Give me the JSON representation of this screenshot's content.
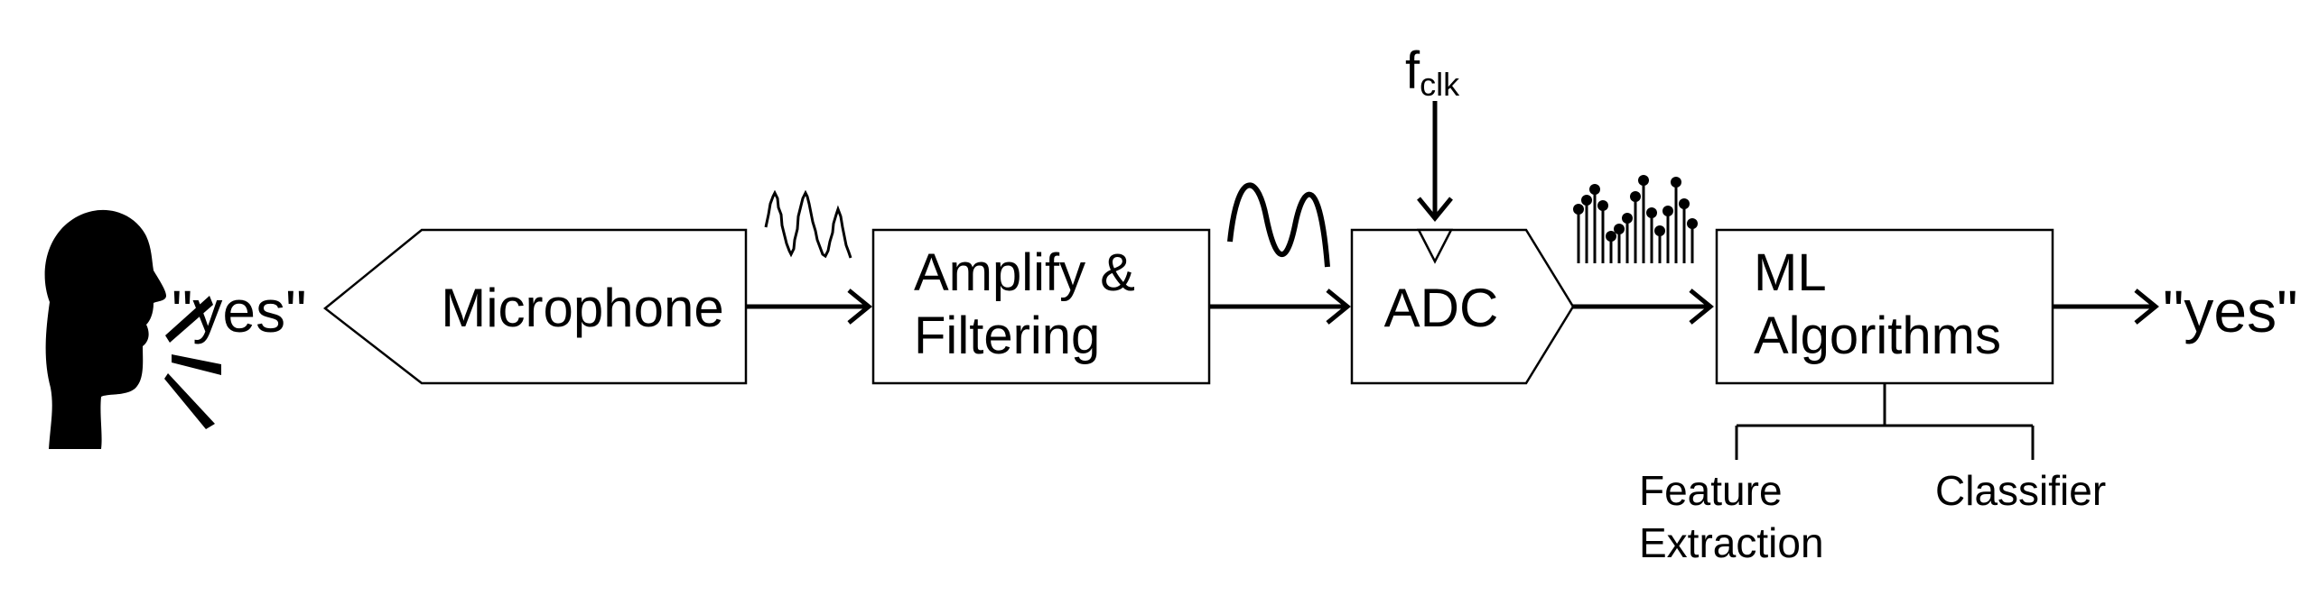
{
  "speech": {
    "input_word": "\"yes\"",
    "output_word": "\"yes\""
  },
  "blocks": {
    "microphone": "Microphone",
    "amplify_line1": "Amplify &",
    "amplify_line2": "Filtering",
    "adc": "ADC",
    "ml_line1": "ML",
    "ml_line2": "Algorithms"
  },
  "clock": {
    "main": "f",
    "subscript": "clk"
  },
  "ml_parts": {
    "feature_line1": "Feature",
    "feature_line2": "Extraction",
    "classifier": "Classifier"
  },
  "icons": [
    "speaking-head-icon",
    "noisy-wave-icon",
    "clean-wave-icon",
    "sampled-signal-icon",
    "clock-arrow-icon"
  ]
}
